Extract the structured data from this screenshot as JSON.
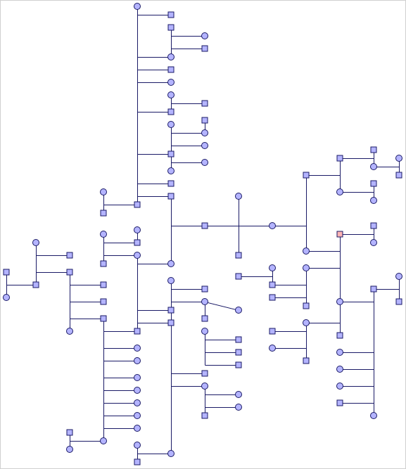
{
  "colors": {
    "node_fill": "#b4b4ff",
    "root_fill": "#ffb4b4",
    "stroke": "#1a1a66",
    "background": "#ffffff"
  },
  "node_kinds": [
    "square-node",
    "circle-node"
  ],
  "highlighted_node": "root-node"
}
